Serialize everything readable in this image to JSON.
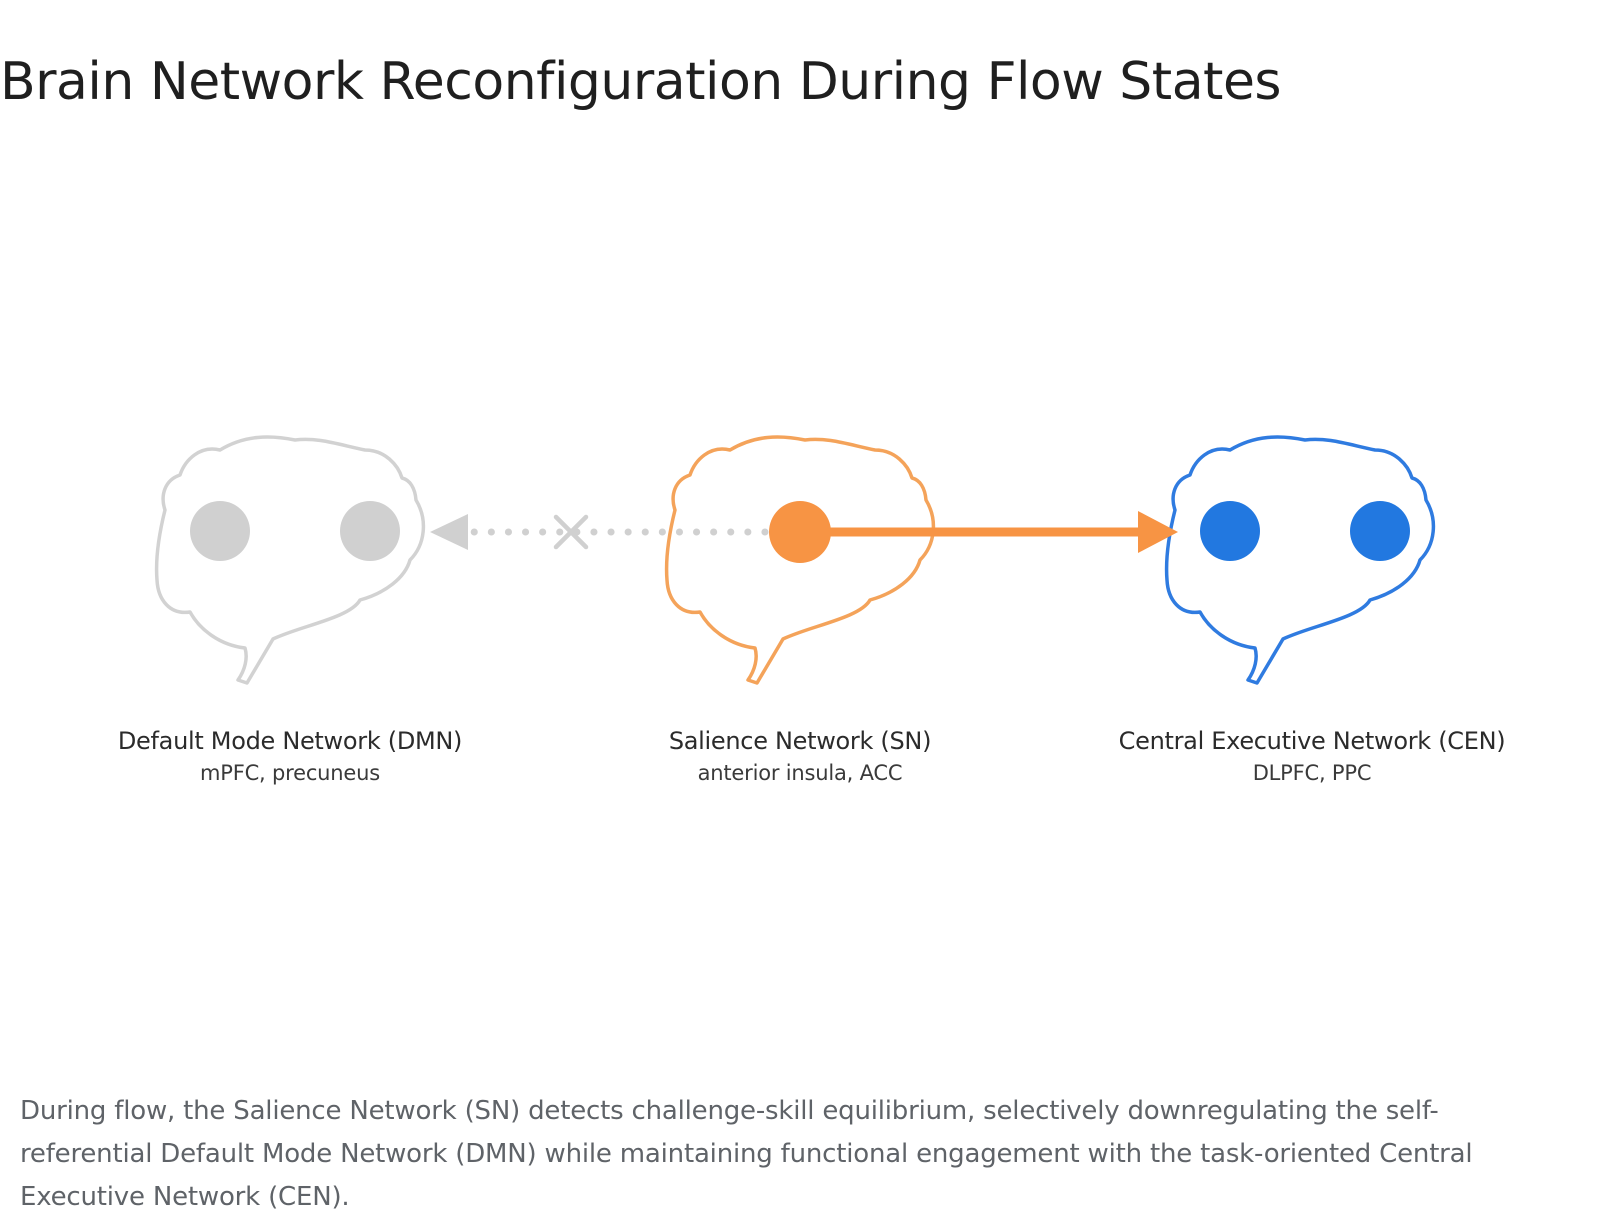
{
  "title": "Brain Network Reconfiguration During Flow States",
  "networks": [
    {
      "id": "dmn",
      "name": "Default Mode Network (DMN)",
      "regions": "mPFC, precuneus",
      "color": "#d2d2d2",
      "node_color": "#d0d0d0",
      "state": "inactive"
    },
    {
      "id": "sn",
      "name": "Salience Network (SN)",
      "regions": "anterior insula, ACC",
      "color": "#f4a35a",
      "node_color": "#f79444",
      "state": "hub"
    },
    {
      "id": "cen",
      "name": "Central Executive Network (CEN)",
      "regions": "DLPFC, PPC",
      "color": "#2f7be0",
      "node_color": "#2278e0",
      "state": "active"
    }
  ],
  "connections": [
    {
      "from": "sn",
      "to": "dmn",
      "style": "dotted",
      "blocked": true,
      "color": "#d0d0d0"
    },
    {
      "from": "sn",
      "to": "cen",
      "style": "solid",
      "blocked": false,
      "color": "#f79444"
    }
  ],
  "caption": "During flow, the Salience Network (SN) detects challenge-skill equilibrium, selectively downregulating the self-referential Default Mode Network (DMN) while maintaining functional engagement with the task-oriented Central Executive Network (CEN)."
}
